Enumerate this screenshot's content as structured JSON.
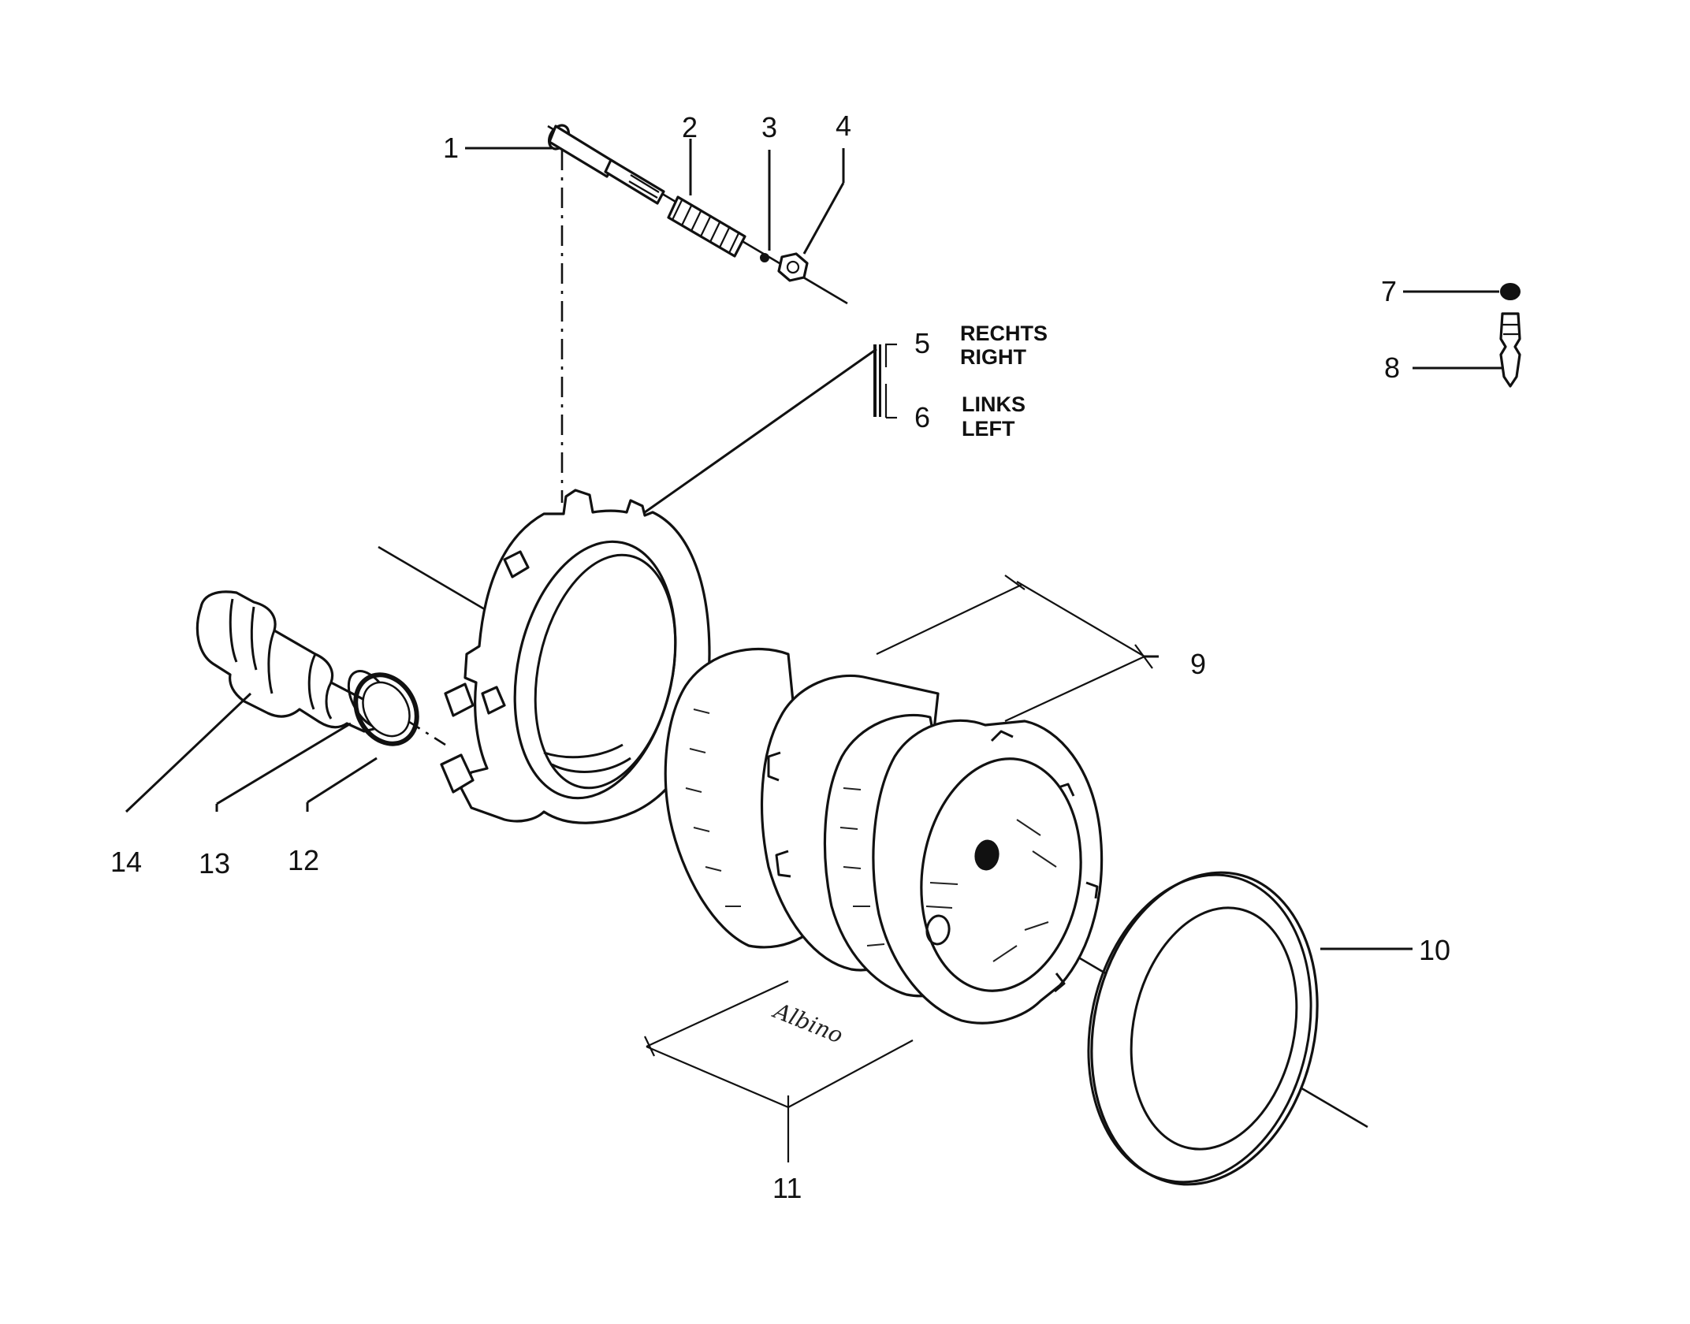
{
  "callouts": {
    "c1": "1",
    "c2": "2",
    "c3": "3",
    "c4": "4",
    "c5": "5",
    "c6": "6",
    "c7": "7",
    "c8": "8",
    "c9": "9",
    "c10": "10",
    "c11": "11",
    "c12": "12",
    "c13": "13",
    "c14": "14"
  },
  "notes": {
    "right_de": "RECHTS",
    "right_en": "RIGHT",
    "left_de": "LINKS",
    "left_en": "LEFT"
  },
  "signature": "Albino"
}
